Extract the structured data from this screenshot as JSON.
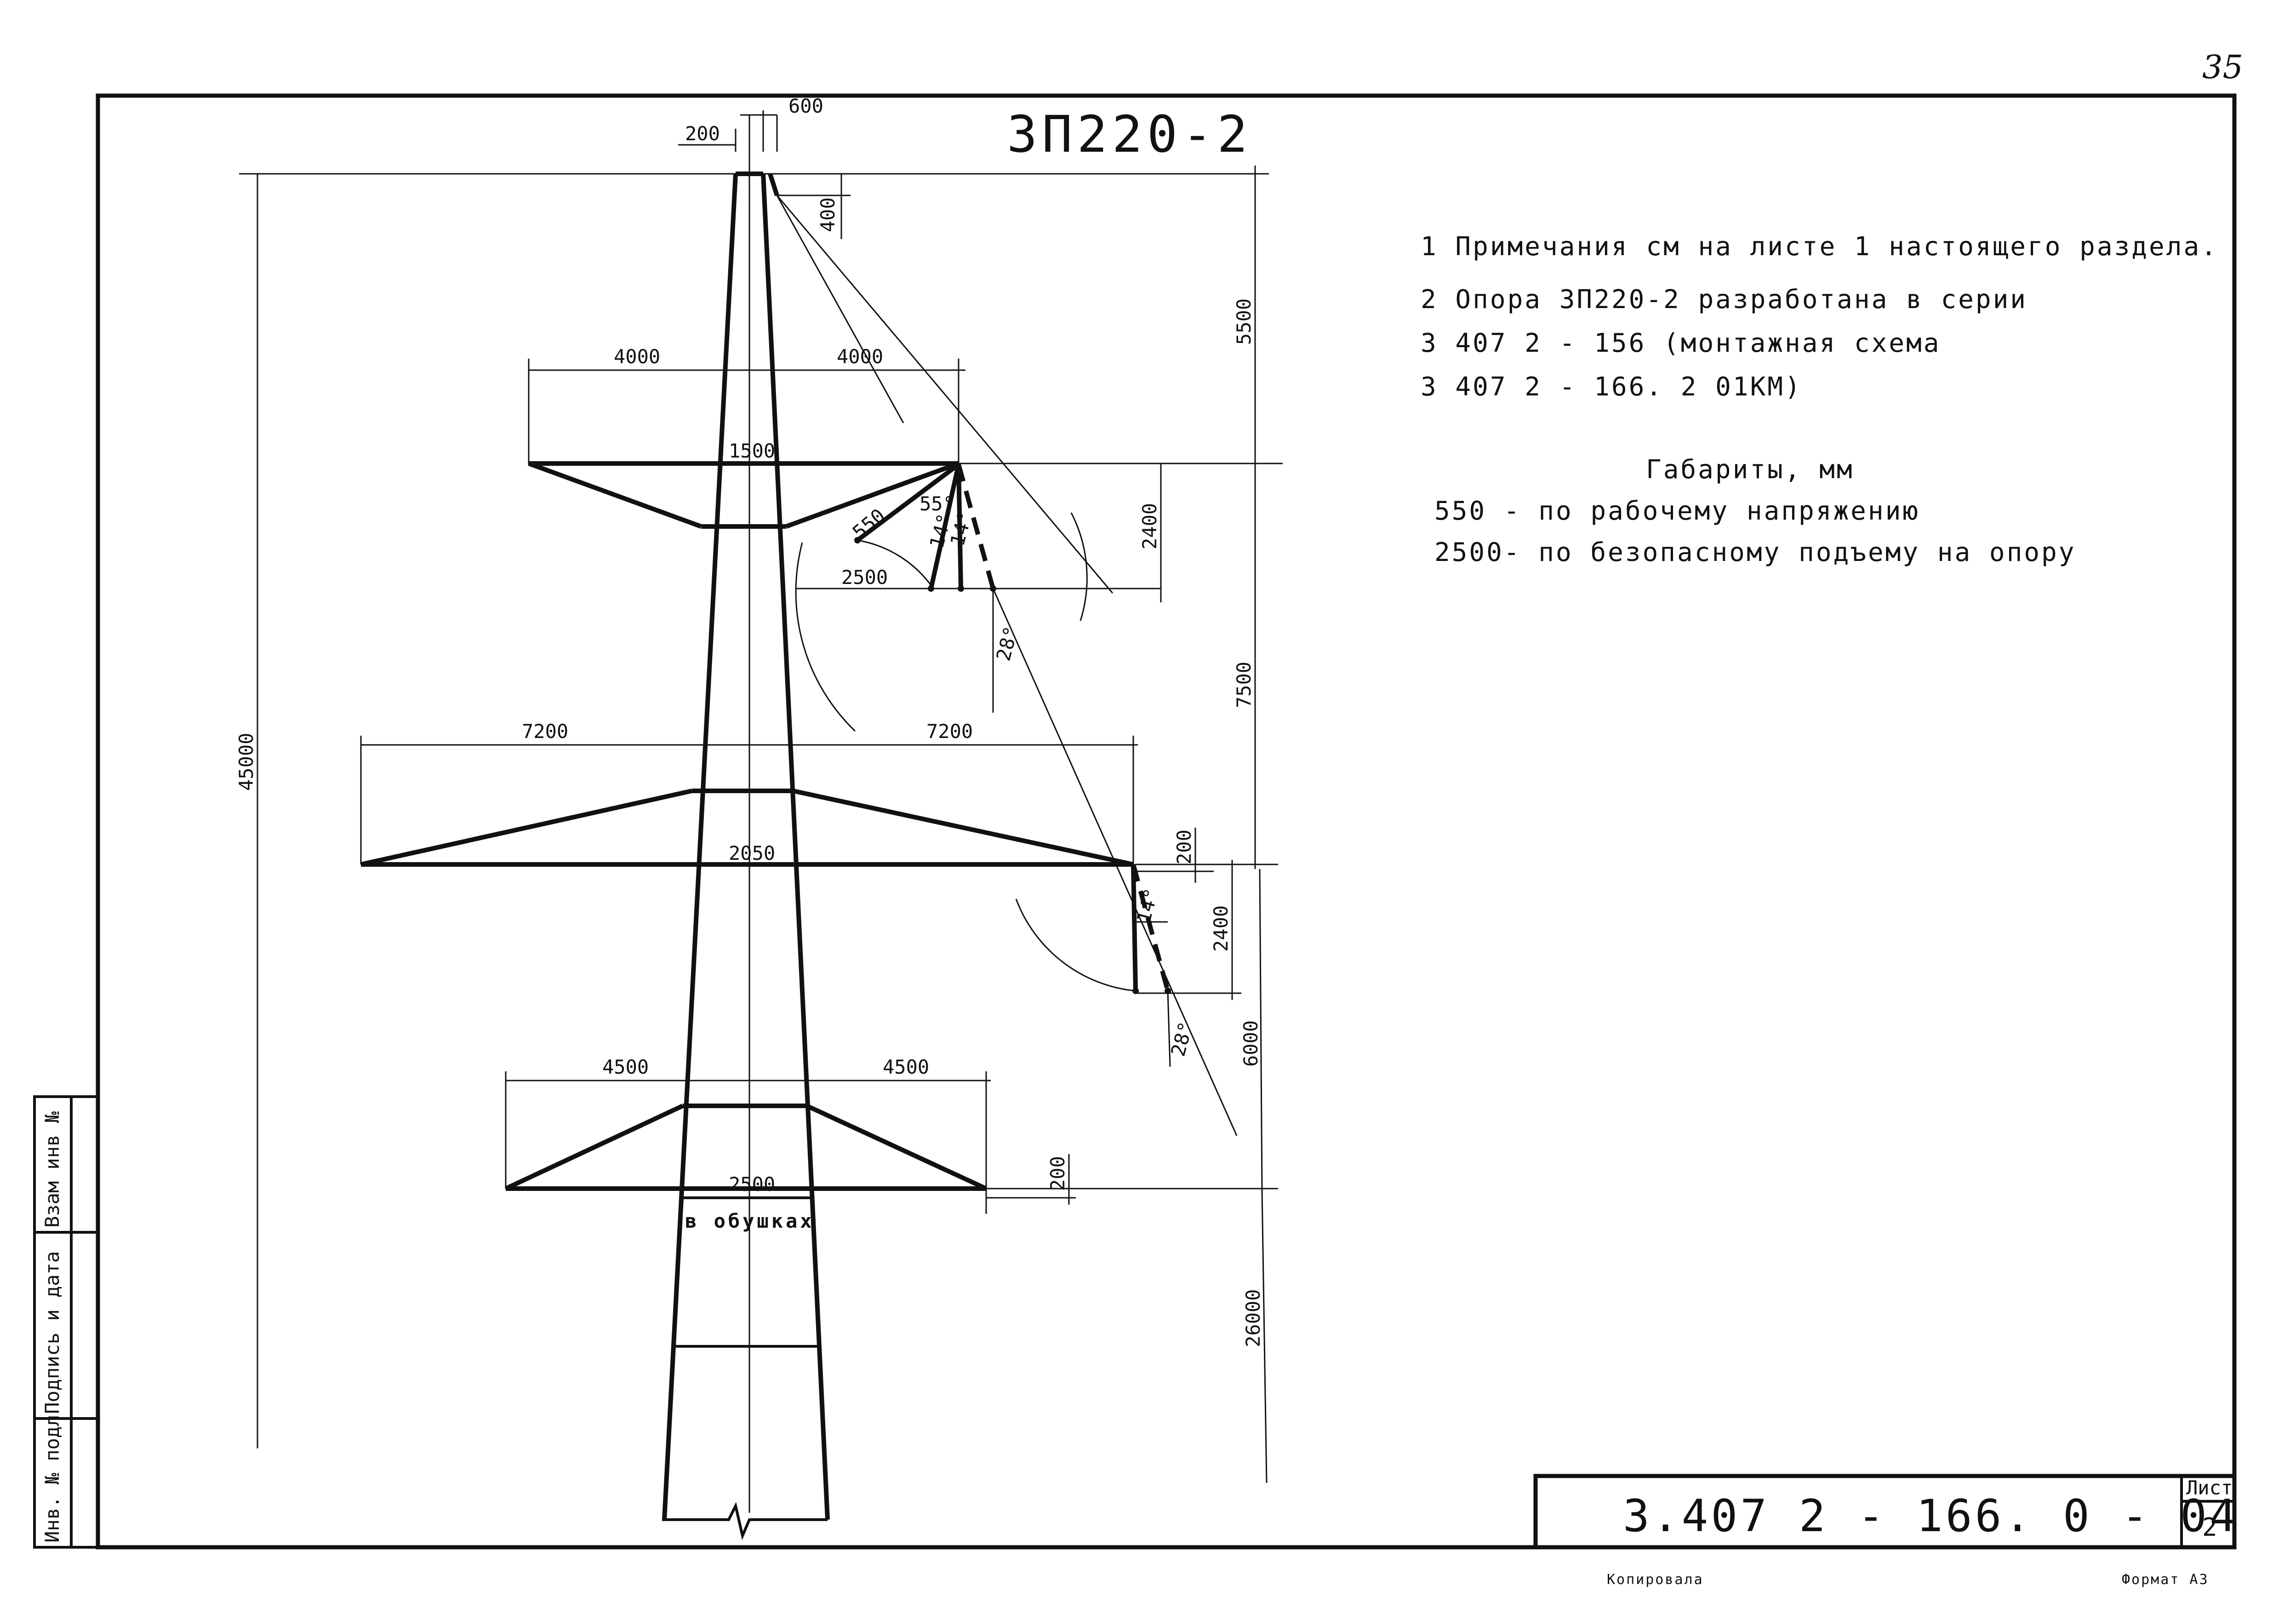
{
  "page_number": "35",
  "drawing_title": "ЗП220-2",
  "notes": [
    "1 Примечания см на листе 1 настоящего раздела.",
    "2 Опора ЗП220-2 разработана в серии",
    "3 407 2 - 156 (монтажная схема",
    "3 407 2 - 166. 2 01КМ)"
  ],
  "clearances": {
    "heading": "Габариты, мм",
    "items": [
      "550 - по рабочему напряжению",
      "2500- по безопасному подъему на опору"
    ]
  },
  "dimensions": {
    "top_left": "200",
    "top_right": "600",
    "peak_drop": "400",
    "upper_arm_left": "4000",
    "upper_arm_right": "4000",
    "upper_width": "1500",
    "upper_clearance": "550",
    "upper_horizontal": "2500",
    "upper_drop": "2400",
    "top_span": "5500",
    "total_height": "45000",
    "mid_span": "7500",
    "mid_arm_left": "7200",
    "mid_arm_right": "7200",
    "mid_width": "2050",
    "mid_offset": "200",
    "mid_drop": "2400",
    "low_span": "6000",
    "low_arm_left": "4500",
    "low_arm_right": "4500",
    "low_width": "2500",
    "low_offset": "200",
    "base_height": "26000",
    "base_label": "в обушках"
  },
  "angles": {
    "a55": "55°",
    "a14a": "14°",
    "a14b": "14°",
    "a28a": "28°",
    "a14c": "14°",
    "a28b": "28°"
  },
  "side_stamp": {
    "inv_podl": "Инв. № подл",
    "podpis": "Подпись и дата",
    "vzam": "Взам инв №"
  },
  "title_block": {
    "code": "3.407 2 - 166. 0 - 04",
    "sheet_label": "Лист",
    "sheet_number": "2"
  },
  "footer": {
    "copied": "Копировала",
    "format": "Формат А3"
  }
}
